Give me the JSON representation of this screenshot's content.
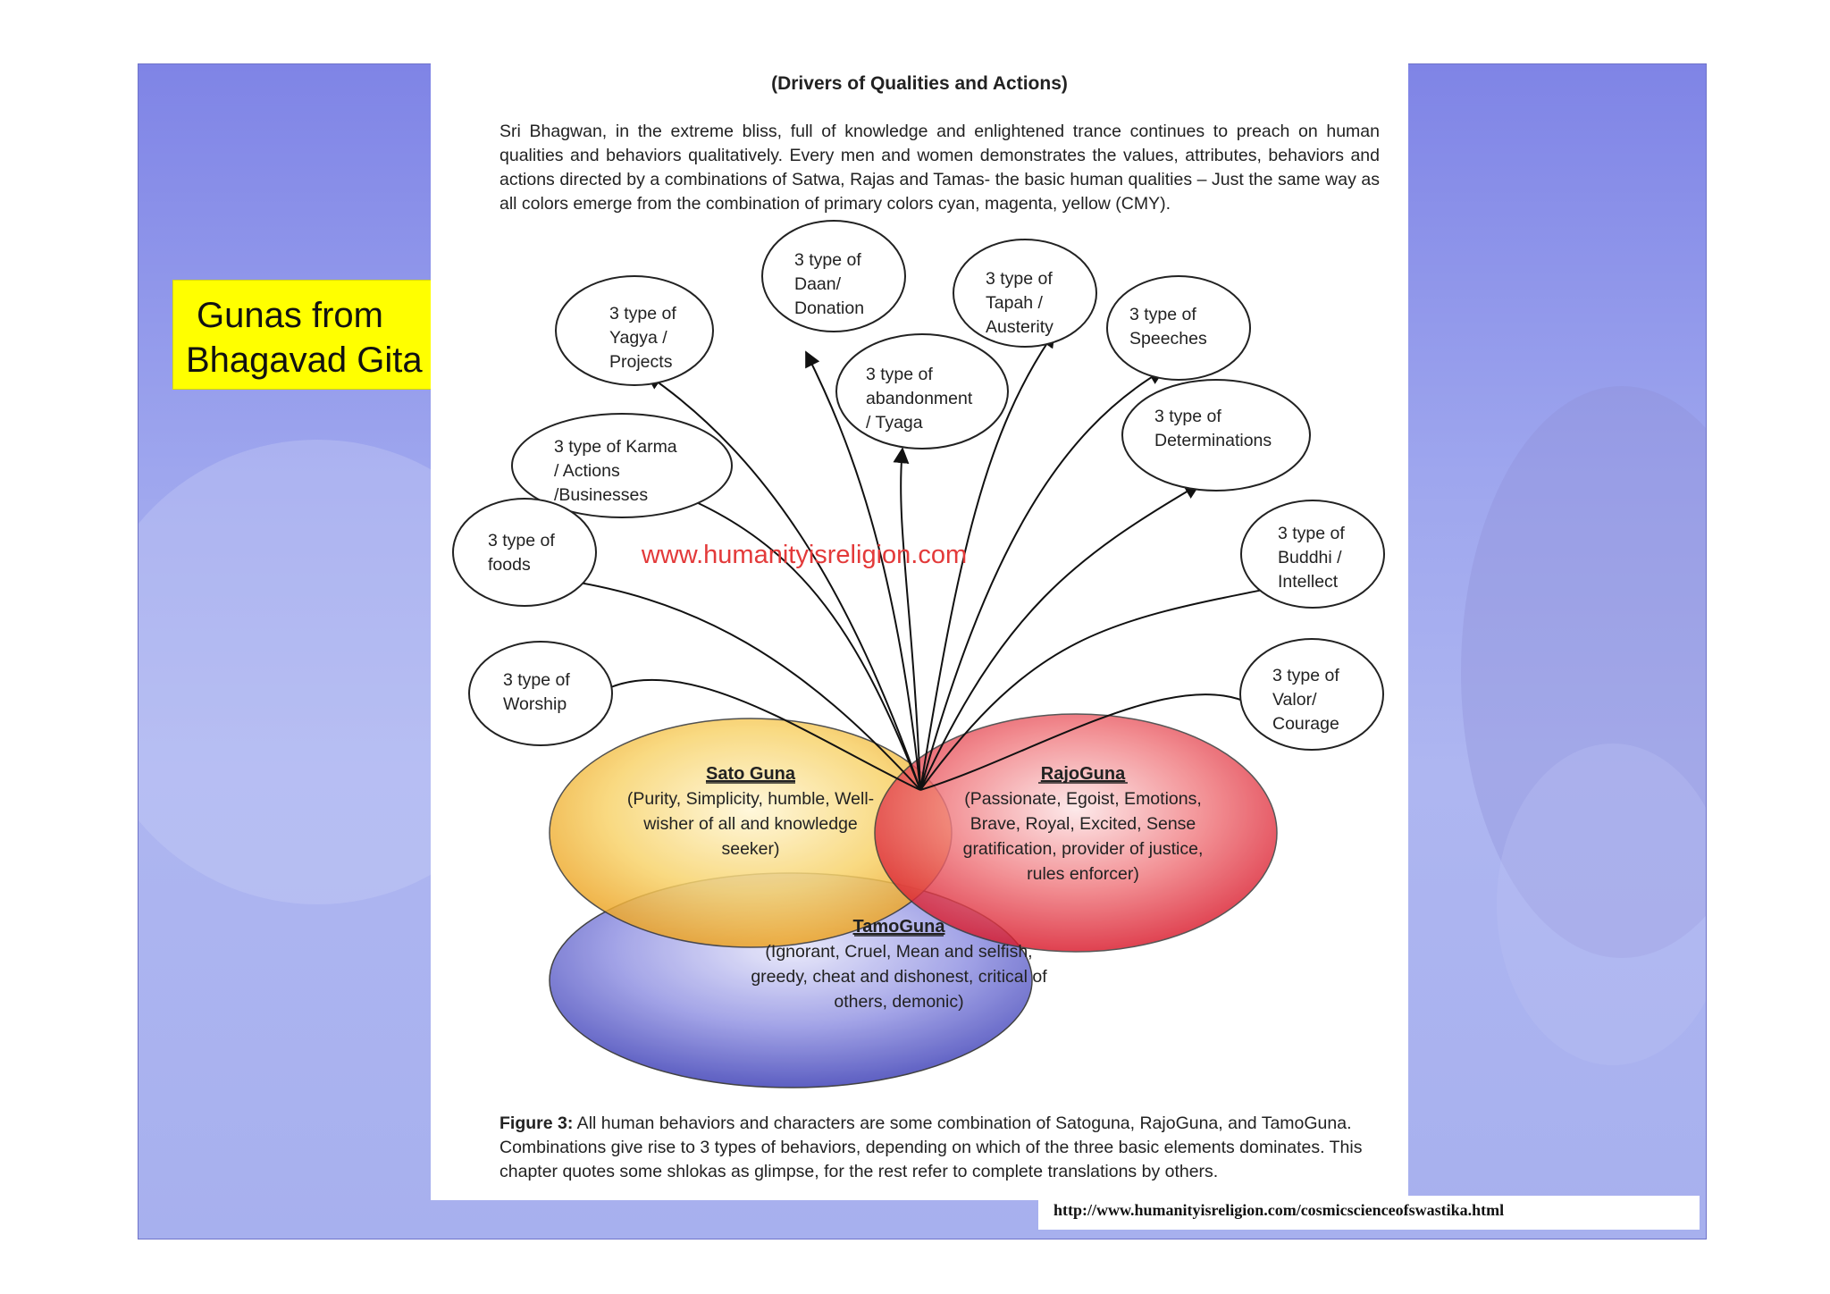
{
  "slide": {
    "title_line1": "Gunas from",
    "title_line2": "Bhagavad Gita",
    "source_url": "http://www.humanityisreligion.com/cosmicscienceofswastika.html"
  },
  "document": {
    "heading": "(Drivers of Qualities and Actions)",
    "intro": "Sri Bhagwan, in the extreme bliss, full of knowledge and enlightened trance continues to preach on human qualities and behaviors qualitatively. Every men and women demonstrates the values, attributes, behaviors and actions directed by a combinations of Satwa, Rajas and Tamas- the basic human qualities – Just the same way as all colors emerge from the combination of primary colors cyan, magenta, yellow (CMY).",
    "watermark": "www.humanityisreligion.com",
    "caption_label": "Figure 3:",
    "caption_text": " All human behaviors and characters are some combination of Satoguna, RajoGuna, and TamoGuna. Combinations give rise to 3 types of behaviors, depending on which of the three basic elements dominates. This chapter quotes some shlokas as glimpse, for the rest refer to complete translations by others."
  },
  "diagram": {
    "gunas": {
      "sato": {
        "title": "Sato Guna",
        "lines": [
          "(Purity, Simplicity, humble, Well-",
          "wisher of all and knowledge",
          "seeker)"
        ],
        "color": "#f5c542"
      },
      "rajo": {
        "title": "RajoGuna",
        "lines": [
          "(Passionate, Egoist, Emotions,",
          "Brave, Royal, Excited, Sense",
          "gratification, provider of justice,",
          "rules enforcer)"
        ],
        "color": "#e8323c"
      },
      "tamo": {
        "title": "TamoGuna",
        "lines": [
          "(Ignorant, Cruel, Mean and selfish,",
          "greedy, cheat and dishonest, critical of",
          "others, demonic)"
        ],
        "color": "#5d5fc7"
      }
    },
    "nodes": [
      {
        "id": "daan",
        "lines": [
          "3 type of",
          "Daan/",
          "Donation"
        ]
      },
      {
        "id": "tapah",
        "lines": [
          "3 type of",
          "Tapah /",
          "Austerity"
        ]
      },
      {
        "id": "yagya",
        "lines": [
          "3 type of",
          "Yagya /",
          "Projects"
        ]
      },
      {
        "id": "speeches",
        "lines": [
          "3 type of",
          "Speeches"
        ]
      },
      {
        "id": "tyaga",
        "lines": [
          "3 type of",
          "abandonment",
          "/ Tyaga"
        ]
      },
      {
        "id": "determinations",
        "lines": [
          "3 type of",
          "Determinations"
        ]
      },
      {
        "id": "karma",
        "lines": [
          "3 type of Karma",
          "/ Actions",
          "/Businesses"
        ]
      },
      {
        "id": "foods",
        "lines": [
          "3 type of",
          "foods"
        ]
      },
      {
        "id": "buddhi",
        "lines": [
          "3 type of",
          "Buddhi /",
          "Intellect"
        ]
      },
      {
        "id": "worship",
        "lines": [
          "3 type of",
          "Worship"
        ]
      },
      {
        "id": "valor",
        "lines": [
          "3 type of",
          "Valor/",
          "Courage"
        ]
      }
    ]
  }
}
